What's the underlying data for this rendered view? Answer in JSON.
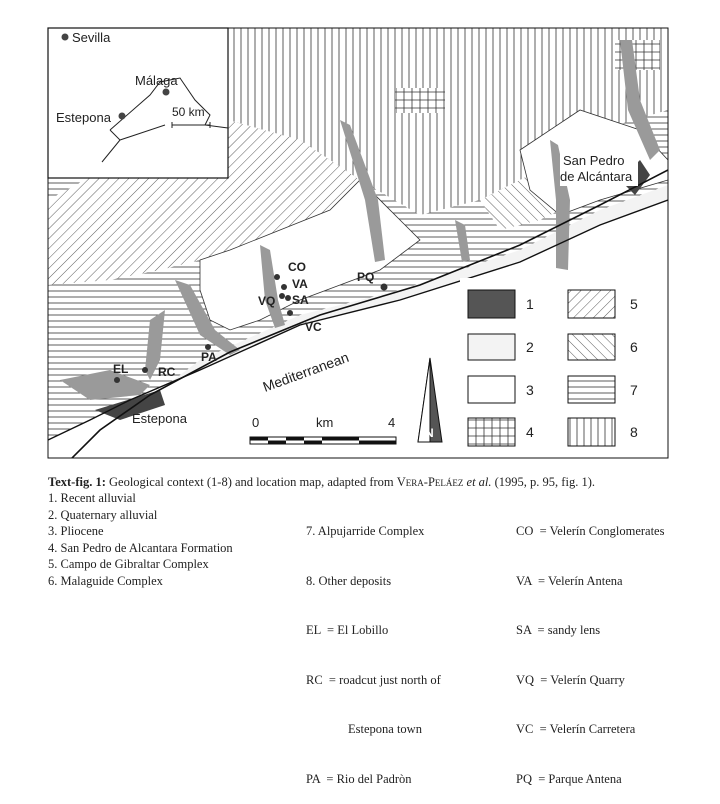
{
  "figure": {
    "inset": {
      "places": [
        "Sevilla",
        "Málaga",
        "Estepona"
      ],
      "scale": "50 km"
    },
    "town_labels": {
      "san_pedro_1": "San Pedro",
      "san_pedro_2": "de Alcántara",
      "estepona": "Estepona"
    },
    "sea_label": "Mediterranean",
    "sites": [
      {
        "code": "CO"
      },
      {
        "code": "VA"
      },
      {
        "code": "VQ"
      },
      {
        "code": "SA"
      },
      {
        "code": "VC"
      },
      {
        "code": "PQ"
      },
      {
        "code": "PA"
      },
      {
        "code": "RC"
      },
      {
        "code": "EL"
      }
    ],
    "scale_bar": {
      "start": "0",
      "unit": "km",
      "end": "4"
    },
    "north": "N",
    "legend_numbers": [
      "1",
      "2",
      "3",
      "4",
      "5",
      "6",
      "7",
      "8"
    ]
  },
  "caption": {
    "label": "Text-fig. 1:",
    "text_before": "Geological context (1-8) and location map, adapted from",
    "author": "Vera-Peláez",
    "etal": "et al.",
    "text_after": "(1995, p. 95, fig. 1).",
    "col1": [
      "1. Recent alluvial",
      "2. Quaternary alluvial",
      "3. Pliocene",
      "4. San Pedro de Alcantara Formation",
      "5. Campo de Gibraltar Complex",
      "6. Malaguide Complex"
    ],
    "col2": [
      "7. Alpujarride Complex",
      "8. Other deposits",
      "EL  = El Lobillo",
      "RC  = roadcut just north of",
      "Estepona town",
      "PA  = Rio del Padròn"
    ],
    "col3": [
      "CO  = Velerín Conglomerates",
      "VA  = Velerín Antena",
      "SA  = sandy lens",
      "VQ  = Velerín Quarry",
      "VC  = Velerín Carretera",
      "PQ  = Parque Antena"
    ]
  }
}
